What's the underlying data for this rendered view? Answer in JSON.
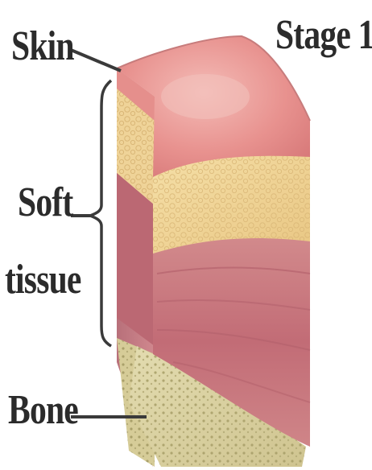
{
  "figure": {
    "title": "Stage 1",
    "labels": {
      "skin": "Skin",
      "soft_tissue_line1": "Soft",
      "soft_tissue_line2": "tissue",
      "bone": "Bone"
    },
    "colors": {
      "skin": "#e79a97",
      "fat": "#efd395",
      "muscle": "#c7747c",
      "bone": "#d8cf9c",
      "outline": "#3a3a3a"
    }
  }
}
